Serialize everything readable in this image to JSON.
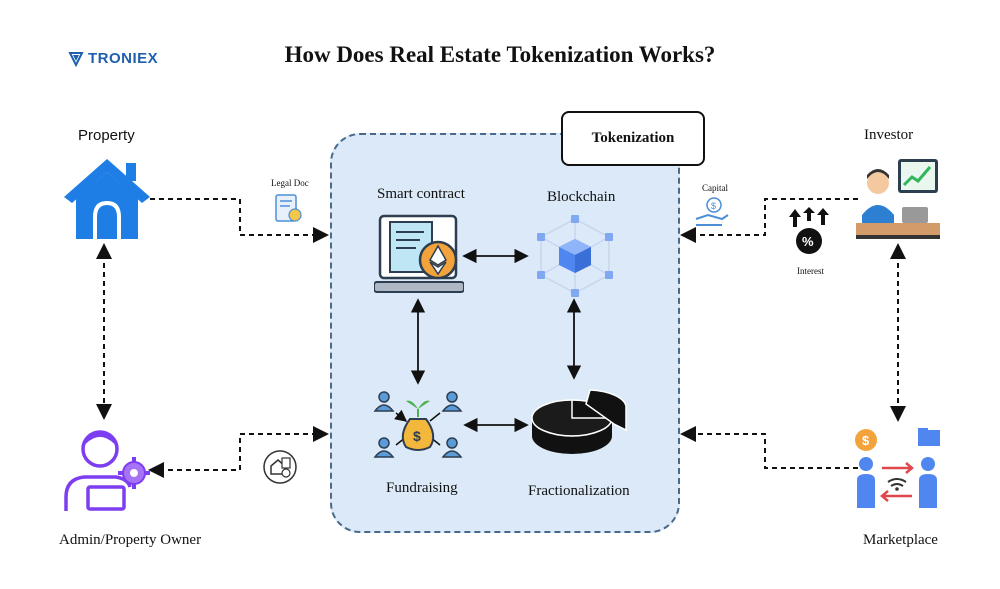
{
  "title": "How Does Real Estate Tokenization Works?",
  "logo": {
    "text": "TRONIEX",
    "color": "#1f5fae"
  },
  "panel": {
    "label": "Tokenization",
    "fill": "#dce9f8",
    "border": "#4a6a8c"
  },
  "nodes": {
    "property": {
      "label": "Property",
      "icon": "house-icon"
    },
    "investor": {
      "label": "Investor",
      "icon": "investor-icon"
    },
    "admin": {
      "label": "Admin/Property Owner",
      "icon": "admin-gear-icon"
    },
    "marketplace": {
      "label": "Marketplace",
      "icon": "marketplace-exchange-icon"
    },
    "smart_contract": {
      "label": "Smart contract",
      "icon": "smart-contract-icon"
    },
    "blockchain": {
      "label": "Blockchain",
      "icon": "blockchain-cube-icon"
    },
    "fundraising": {
      "label": "Fundraising",
      "icon": "fundraising-bag-icon"
    },
    "fractionalization": {
      "label": "Fractionalization",
      "icon": "pie-fraction-icon"
    }
  },
  "edge_labels": {
    "legal_doc": "Legal Doc",
    "capital": "Capital",
    "interest": "Interest"
  },
  "colors": {
    "primary_blue": "#1e7ee6",
    "purple": "#7d3df0",
    "dashed_line": "#111111"
  }
}
